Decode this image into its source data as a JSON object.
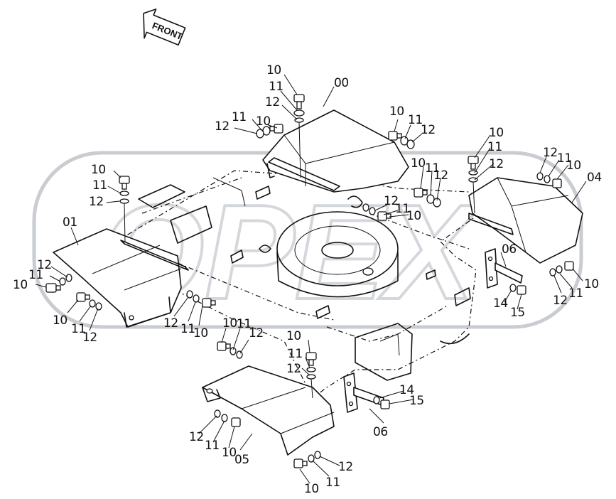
{
  "front_arrow": {
    "label": "FRONT"
  },
  "watermark": {
    "text": "OPEX"
  },
  "parts": [
    {
      "code": "00",
      "label": "00"
    },
    {
      "code": "01",
      "label": "01"
    },
    {
      "code": "04",
      "label": "04"
    },
    {
      "code": "05",
      "label": "05"
    },
    {
      "code": "06",
      "label": "06"
    }
  ],
  "callouts": {
    "c00": "00",
    "c01": "01",
    "c04": "04",
    "c05": "05",
    "c06a": "06",
    "c06b": "06",
    "t10a": "10",
    "t11a": "11",
    "t12a": "12",
    "t10b": "10",
    "t11b": "11",
    "t12b": "12",
    "t10c": "10",
    "t11c": "11",
    "t12c": "12",
    "t10d": "10",
    "t11d": "11",
    "t12d": "12",
    "t10e": "10",
    "t11e": "11",
    "t12e": "12",
    "t10f": "10",
    "t11f": "11",
    "t12f": "12",
    "t10g": "10",
    "t11g": "11",
    "t12g": "12",
    "t10h": "10",
    "t11h": "11",
    "t12h": "12",
    "t10i": "10",
    "t11i": "11",
    "t12i": "12",
    "t10j": "10",
    "t11j": "11",
    "t12j": "12",
    "t10k": "10",
    "t11k": "11",
    "t12k": "12",
    "t10l": "10",
    "t11l": "11",
    "t12l": "12",
    "t10m": "10",
    "t11m": "11",
    "t12m": "12",
    "t10n": "10",
    "t11n": "11",
    "t12n": "12",
    "t10o": "10",
    "t11o": "11",
    "t12o": "12",
    "t14a": "14",
    "t15a": "15",
    "t14b": "14",
    "t15b": "15"
  }
}
